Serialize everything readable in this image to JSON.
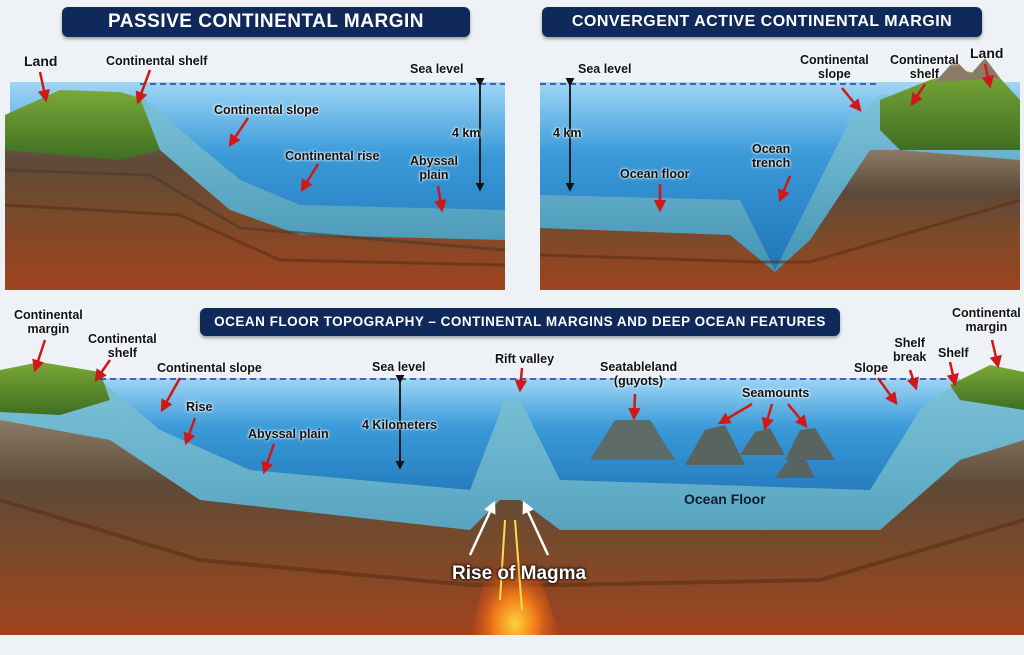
{
  "panels": {
    "passive": {
      "title": "PASSIVE CONTINENTAL MARGIN",
      "labels": {
        "land": "Land",
        "shelf": "Continental shelf",
        "sea_level": "Sea level",
        "slope": "Continental slope",
        "rise": "Continental rise",
        "depth": "4 km",
        "abyssal_1": "Abyssal",
        "abyssal_2": "plain"
      }
    },
    "active": {
      "title": "CONVERGENT ACTIVE CONTINENTAL MARGIN",
      "labels": {
        "sea_level": "Sea level",
        "depth": "4 km",
        "slope_1": "Continental",
        "slope_2": "slope",
        "shelf_1": "Continental",
        "shelf_2": "shelf",
        "land": "Land",
        "ocean_floor": "Ocean floor",
        "trench_1": "Ocean",
        "trench_2": "trench"
      }
    },
    "topography": {
      "title": "OCEAN FLOOR TOPOGRAPHY – CONTINENTAL MARGINS AND DEEP OCEAN FEATURES",
      "labels": {
        "margin_left_1": "Continental",
        "margin_left_2": "margin",
        "shelf_left_1": "Continental",
        "shelf_left_2": "shelf",
        "slope_left": "Continental slope",
        "sea_level": "Sea level",
        "rift": "Rift valley",
        "guyot_1": "Seatableland",
        "guyot_2": "(guyots)",
        "seamounts": "Seamounts",
        "rise": "Rise",
        "abyssal": "Abyssal plain",
        "depth": "4 Kilometers",
        "ocean_floor": "Ocean Floor",
        "magma": "Rise of Magma",
        "slope_right": "Slope",
        "shelf_break_1": "Shelf",
        "shelf_break_2": "break",
        "shelf_right": "Shelf",
        "margin_right_1": "Continental",
        "margin_right_2": "margin"
      }
    }
  },
  "colors": {
    "banner": "#0f2a5a",
    "water": "#2f8fd0",
    "rock": "#6b4a30",
    "magma": "#e8581c",
    "arrow": "#d01818"
  }
}
